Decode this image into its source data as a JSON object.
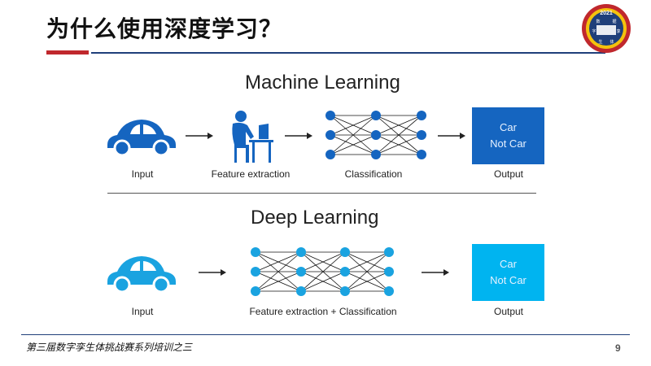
{
  "slide": {
    "title": "为什么使用深度学习？",
    "logo": {
      "year": "2021",
      "chars": [
        "数",
        "据",
        "字",
        "孪",
        "生",
        "体"
      ]
    },
    "footer": "第三届数字孪生体挑战赛系列培训之三",
    "page_number": "9"
  },
  "machine_learning": {
    "heading": "Machine Learning",
    "steps": [
      "Input",
      "Feature extraction",
      "Classification",
      "Output"
    ],
    "output_box": {
      "line1": "Car",
      "line2": "Not Car",
      "color": "#1565c0"
    },
    "car_color": "#1565c0"
  },
  "deep_learning": {
    "heading": "Deep Learning",
    "steps": [
      "Input",
      "Feature extraction + Classification",
      "Output"
    ],
    "output_box": {
      "line1": "Car",
      "line2": "Not Car",
      "color": "#00b4f0"
    },
    "car_color": "#1aa3e0"
  },
  "icons": {
    "car": "car-icon",
    "worker": "person-at-computer-icon",
    "network": "neural-network-icon",
    "arrow": "right-arrow-icon"
  }
}
